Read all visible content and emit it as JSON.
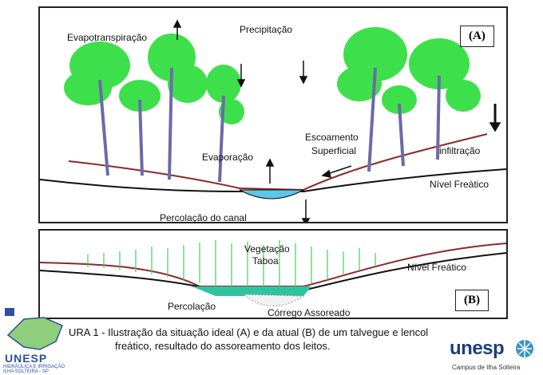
{
  "panel_a": {
    "tag": "(A)",
    "labels": {
      "evapotranspiracao": "Evapotranspiração",
      "precipitacao": "Precipitação",
      "escoamento_1": "Escoamento",
      "escoamento_2": "Superficial",
      "evaporacao": "Evaporação",
      "infiltracao": "infiltração",
      "nivel_freatico": "Nível Freático",
      "percolacao_canal": "Percolação do canal"
    }
  },
  "panel_b": {
    "tag": "(B)",
    "labels": {
      "vegetacao_1": "Vegetação",
      "vegetacao_2": "Taboa",
      "nivel_freatico": "Nível Freático",
      "percolacao": "Percolação",
      "corrego": "Córrego Assoreado"
    }
  },
  "caption": {
    "line1": "URA 1 - Ilustração da situação ideal (A) e da atual (B) de um talvegue e lencol",
    "line2": "freático, resultado do assoreamento dos leitos."
  },
  "logos": {
    "left_word": "UNESP",
    "left_sub": "HIDRÁULICA E IRRIGAÇÃO ILHA SOLTEIRA - SP",
    "right_word": "unesp",
    "right_sub": "Campus de Ilha Solteira"
  },
  "colors": {
    "foliage": "#3de04a",
    "trunk": "#6b6ba8",
    "water": "#5cc7e8",
    "soil_line": "#8b2a2a",
    "brand_blue": "#1b3f7a"
  }
}
